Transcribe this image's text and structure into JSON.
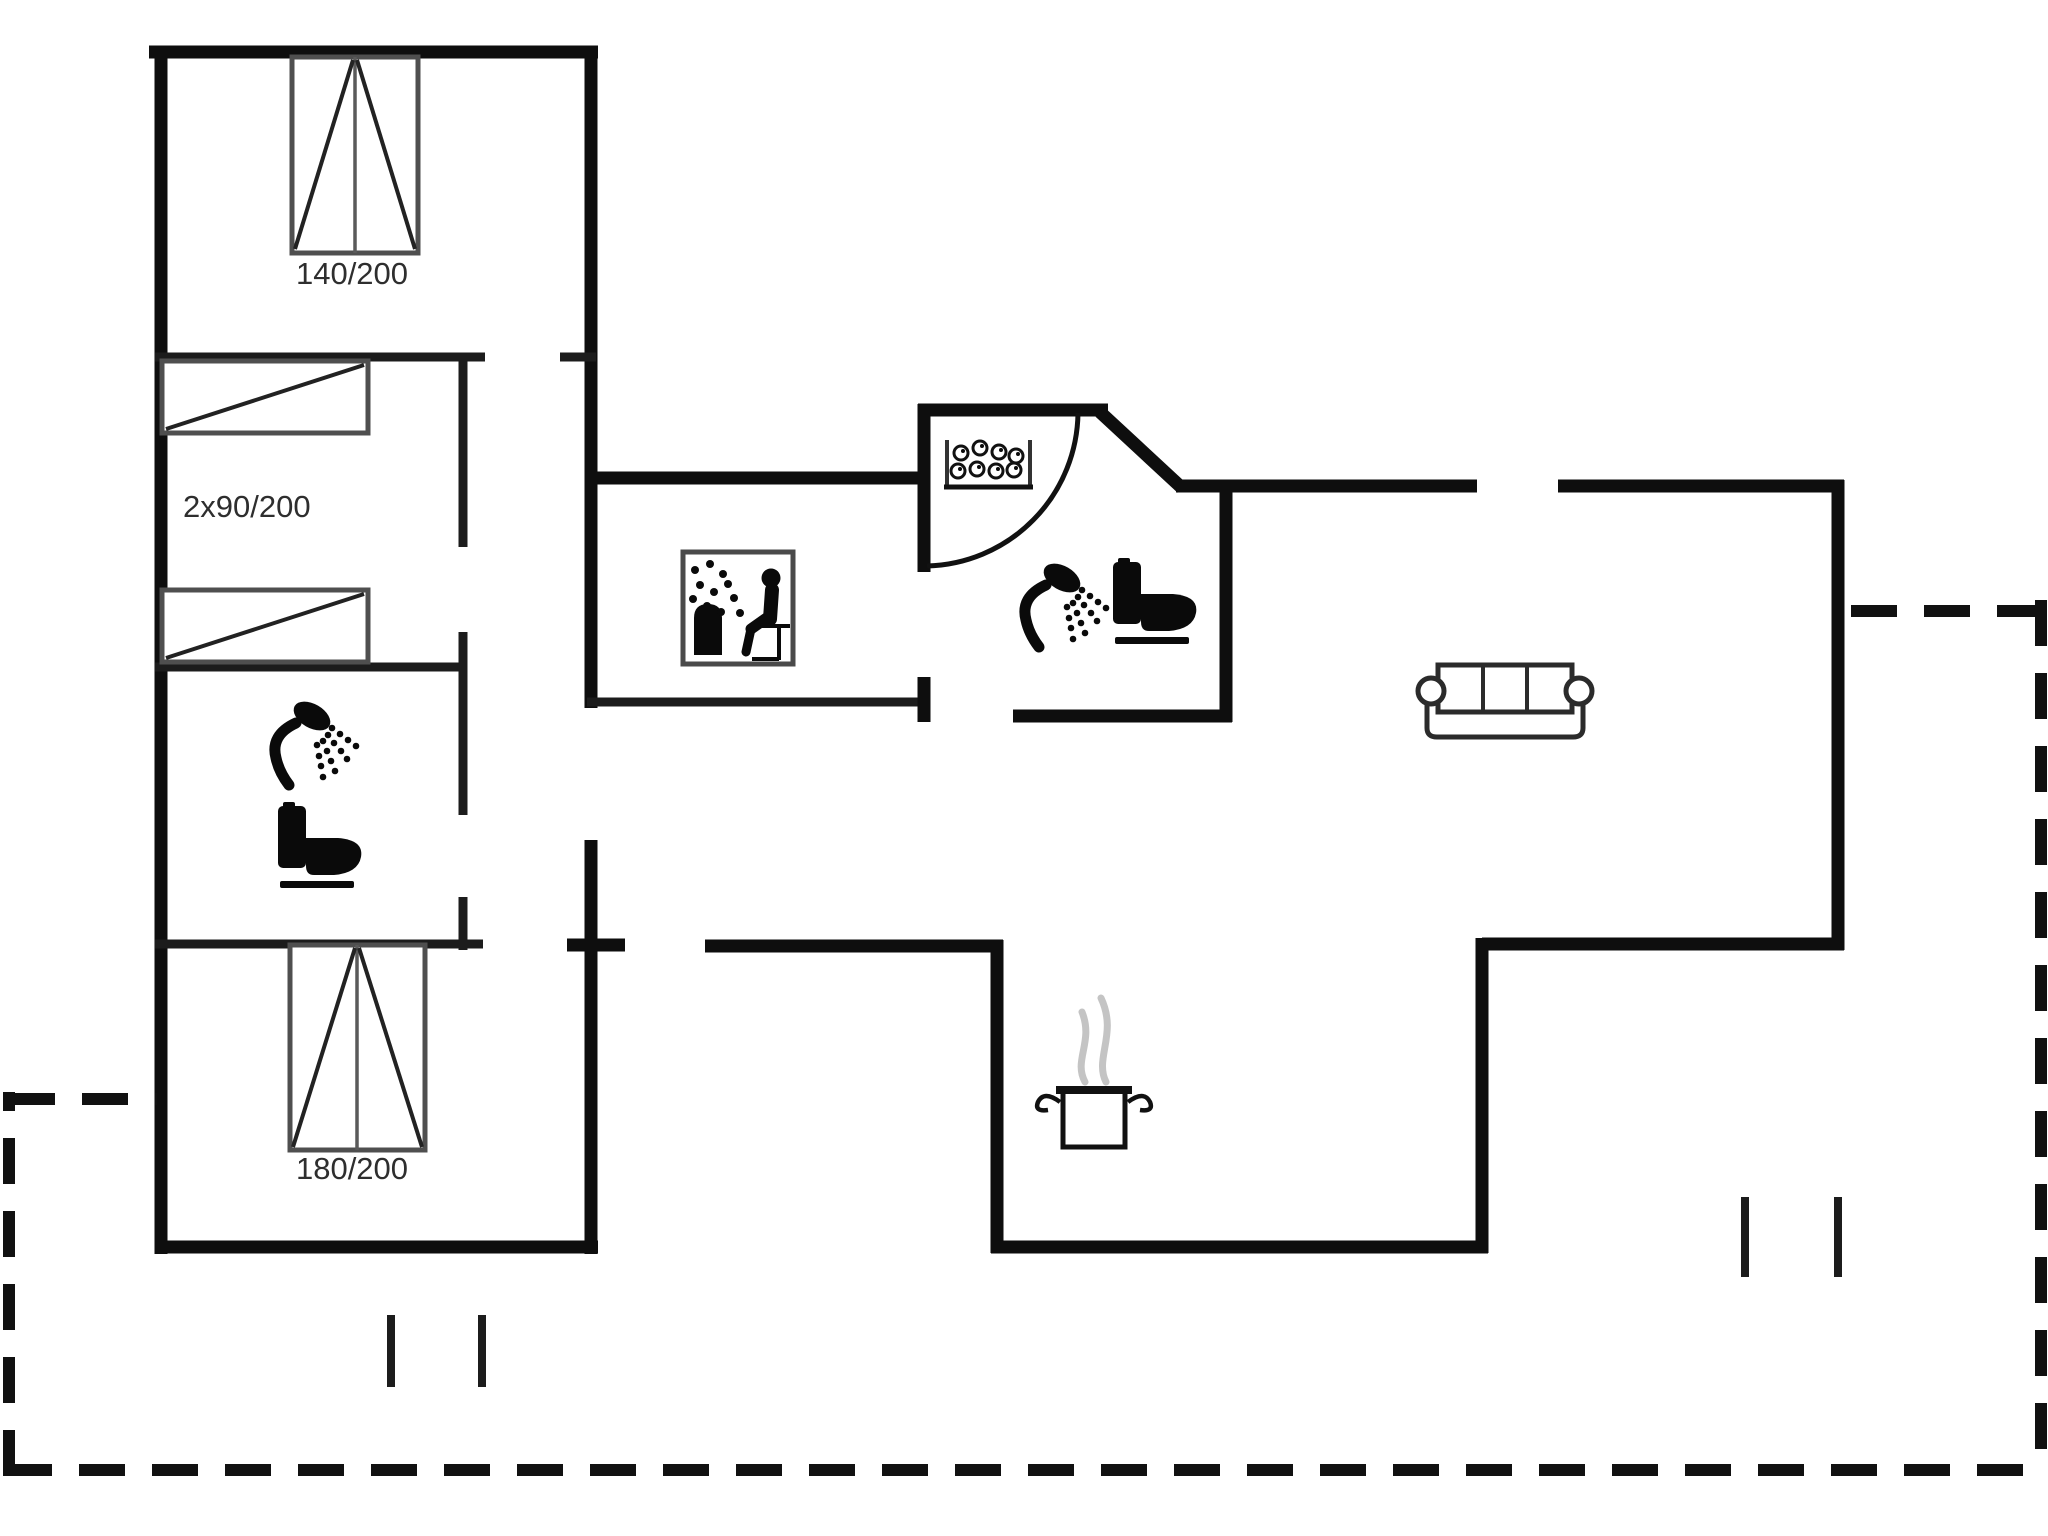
{
  "plan": {
    "type": "house-floor-plan",
    "labels": {
      "bed_double_top": "140/200",
      "bed_singles": "2x90/200",
      "bed_double_bottom": "180/200"
    },
    "icons": [
      {
        "name": "shower-icon",
        "location": "left-bathroom"
      },
      {
        "name": "toilet-icon",
        "location": "left-bathroom"
      },
      {
        "name": "sauna-icon",
        "location": "sauna-room"
      },
      {
        "name": "washbasin-icon",
        "location": "main-bathroom"
      },
      {
        "name": "shower-icon",
        "location": "main-bathroom"
      },
      {
        "name": "toilet-icon",
        "location": "main-bathroom"
      },
      {
        "name": "door-arc",
        "location": "main-bathroom"
      },
      {
        "name": "sofa-icon",
        "location": "living-room"
      },
      {
        "name": "cooking-pot-icon",
        "location": "kitchen"
      }
    ],
    "colors": {
      "wall": "#0e0e0e",
      "icon": "#0a0a0a",
      "bed_outline": "#4f4f4f",
      "steam": "#c4c4c4",
      "text": "#2e2e2e",
      "background": "#ffffff"
    }
  }
}
